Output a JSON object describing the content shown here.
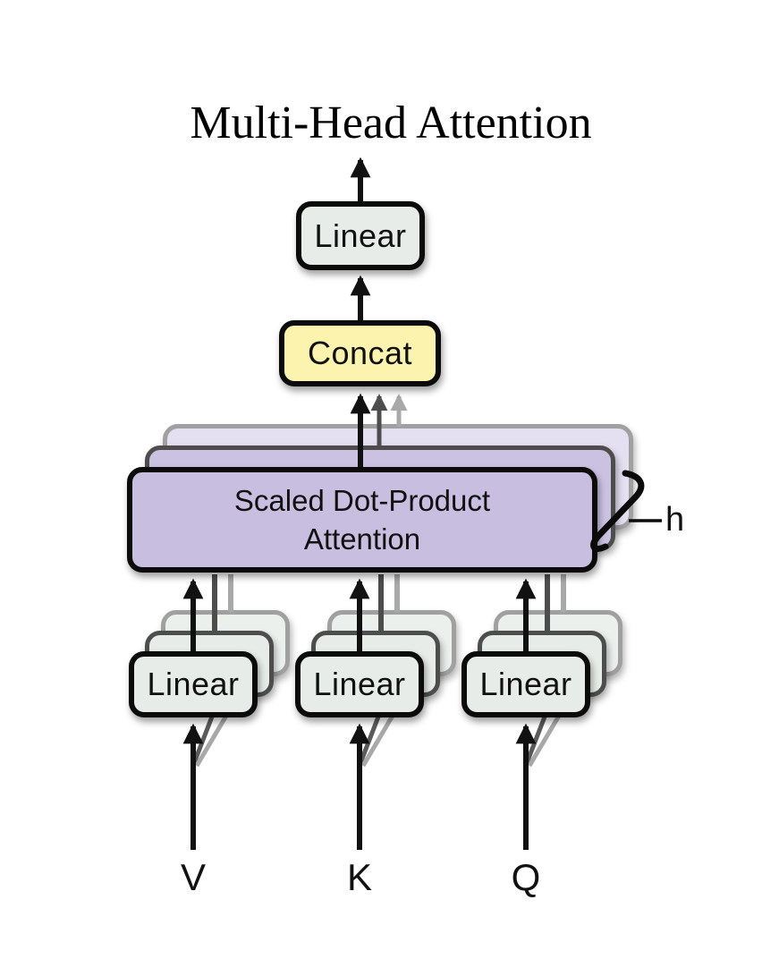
{
  "diagram": {
    "title": "Multi-Head Attention",
    "heads_label": "h",
    "output_layer": {
      "label": "Linear"
    },
    "concat": {
      "label": "Concat"
    },
    "attention": {
      "label_line1": "Scaled Dot-Product",
      "label_line2": "Attention"
    },
    "projections": [
      {
        "label": "Linear",
        "input": "V"
      },
      {
        "label": "Linear",
        "input": "K"
      },
      {
        "label": "Linear",
        "input": "Q"
      }
    ],
    "colors": {
      "attention_fill": "#c8bfe0",
      "attention_fill_back": "#e4dff1",
      "concat_fill": "#fbf3ae",
      "linear_fill": "#e7ece8",
      "arrow_black": "#111111",
      "arrow_dark_gray": "#4d4d4d",
      "arrow_light_gray": "#a8a8a8"
    }
  }
}
